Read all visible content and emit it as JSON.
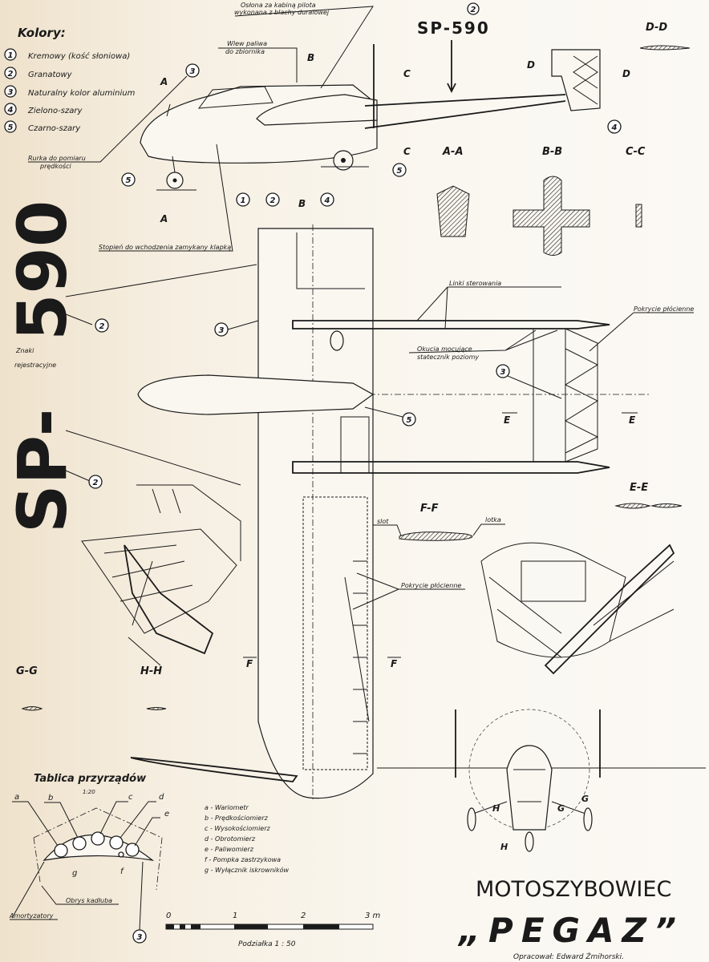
{
  "colors_legend": {
    "title": "Kolory:",
    "items": [
      {
        "num": "1",
        "label": "Kremowy (kość słoniowa)"
      },
      {
        "num": "2",
        "label": "Granatowy"
      },
      {
        "num": "3",
        "label": "Naturalny kolor aluminium"
      },
      {
        "num": "4",
        "label": "Zielono-szary"
      },
      {
        "num": "5",
        "label": "Czarno-szary"
      }
    ]
  },
  "side_view": {
    "callout_cover_1": "Osłona za kabiną pilota",
    "callout_cover_2": "wykonana z blachy duralowej",
    "callout_fuel_1": "Wlew paliwa",
    "callout_fuel_2": "do zbiornika",
    "callout_pitot_1": "Rurka do pomiaru",
    "callout_pitot_2": "prędkości",
    "callout_step": "Stopień do wchodzenia zamykany klapką",
    "markers": [
      "1",
      "2",
      "3",
      "4",
      "5"
    ],
    "section_a": "A",
    "section_b": "B",
    "section_c": "C",
    "section_d": "D"
  },
  "registration": {
    "top_label": "SP-590",
    "top_num": "2",
    "big_number": "590",
    "big_prefix": "SP-",
    "caption_1": "Znaki",
    "caption_2": "rejestracyjne",
    "marker": "2"
  },
  "sections": {
    "aa": "A-A",
    "bb": "B-B",
    "cc": "C-C",
    "dd": "D-D",
    "ee": "E-E",
    "ff": "F-F",
    "gg": "G-G",
    "hh": "H-H"
  },
  "top_view": {
    "control_lines": "Linki sterowania",
    "fittings_1": "Okucia mocujące",
    "fittings_2": "statecznik poziomy",
    "fabric_tail": "Pokrycie płócienne",
    "fabric_wing": "Pokrycie płócienne",
    "slot": "slot",
    "aileron": "lotka",
    "e_label": "E",
    "f_label": "F",
    "marker_3": "3",
    "marker_5": "5"
  },
  "instrument_panel": {
    "title": "Tablica przyrządów",
    "scale": "1:20",
    "letters": [
      "a",
      "b",
      "c",
      "d",
      "e",
      "f",
      "g"
    ],
    "legend": [
      "a - Wariometr",
      "b - Prędkościomierz",
      "c - Wysokościomierz",
      "d - Obrotomierz",
      "e - Paliwomierz",
      "f - Pompka zastrzykowa",
      "g - Wyłącznik iskrowników"
    ],
    "hull_outline": "Obrys kadłuba",
    "shock_absorbers": "Amortyzatory",
    "marker": "3"
  },
  "scale_bar": {
    "ticks": [
      "0",
      "1",
      "2",
      "3 m"
    ],
    "caption": "Podziałka 1 : 50"
  },
  "front_view": {
    "h_label": "H",
    "g_label": "G"
  },
  "title_block": {
    "subtitle": "MOTOSZYBOWIEC",
    "title": "„PEGAZ”",
    "author": "Opracował: Edward Żmihorski."
  }
}
